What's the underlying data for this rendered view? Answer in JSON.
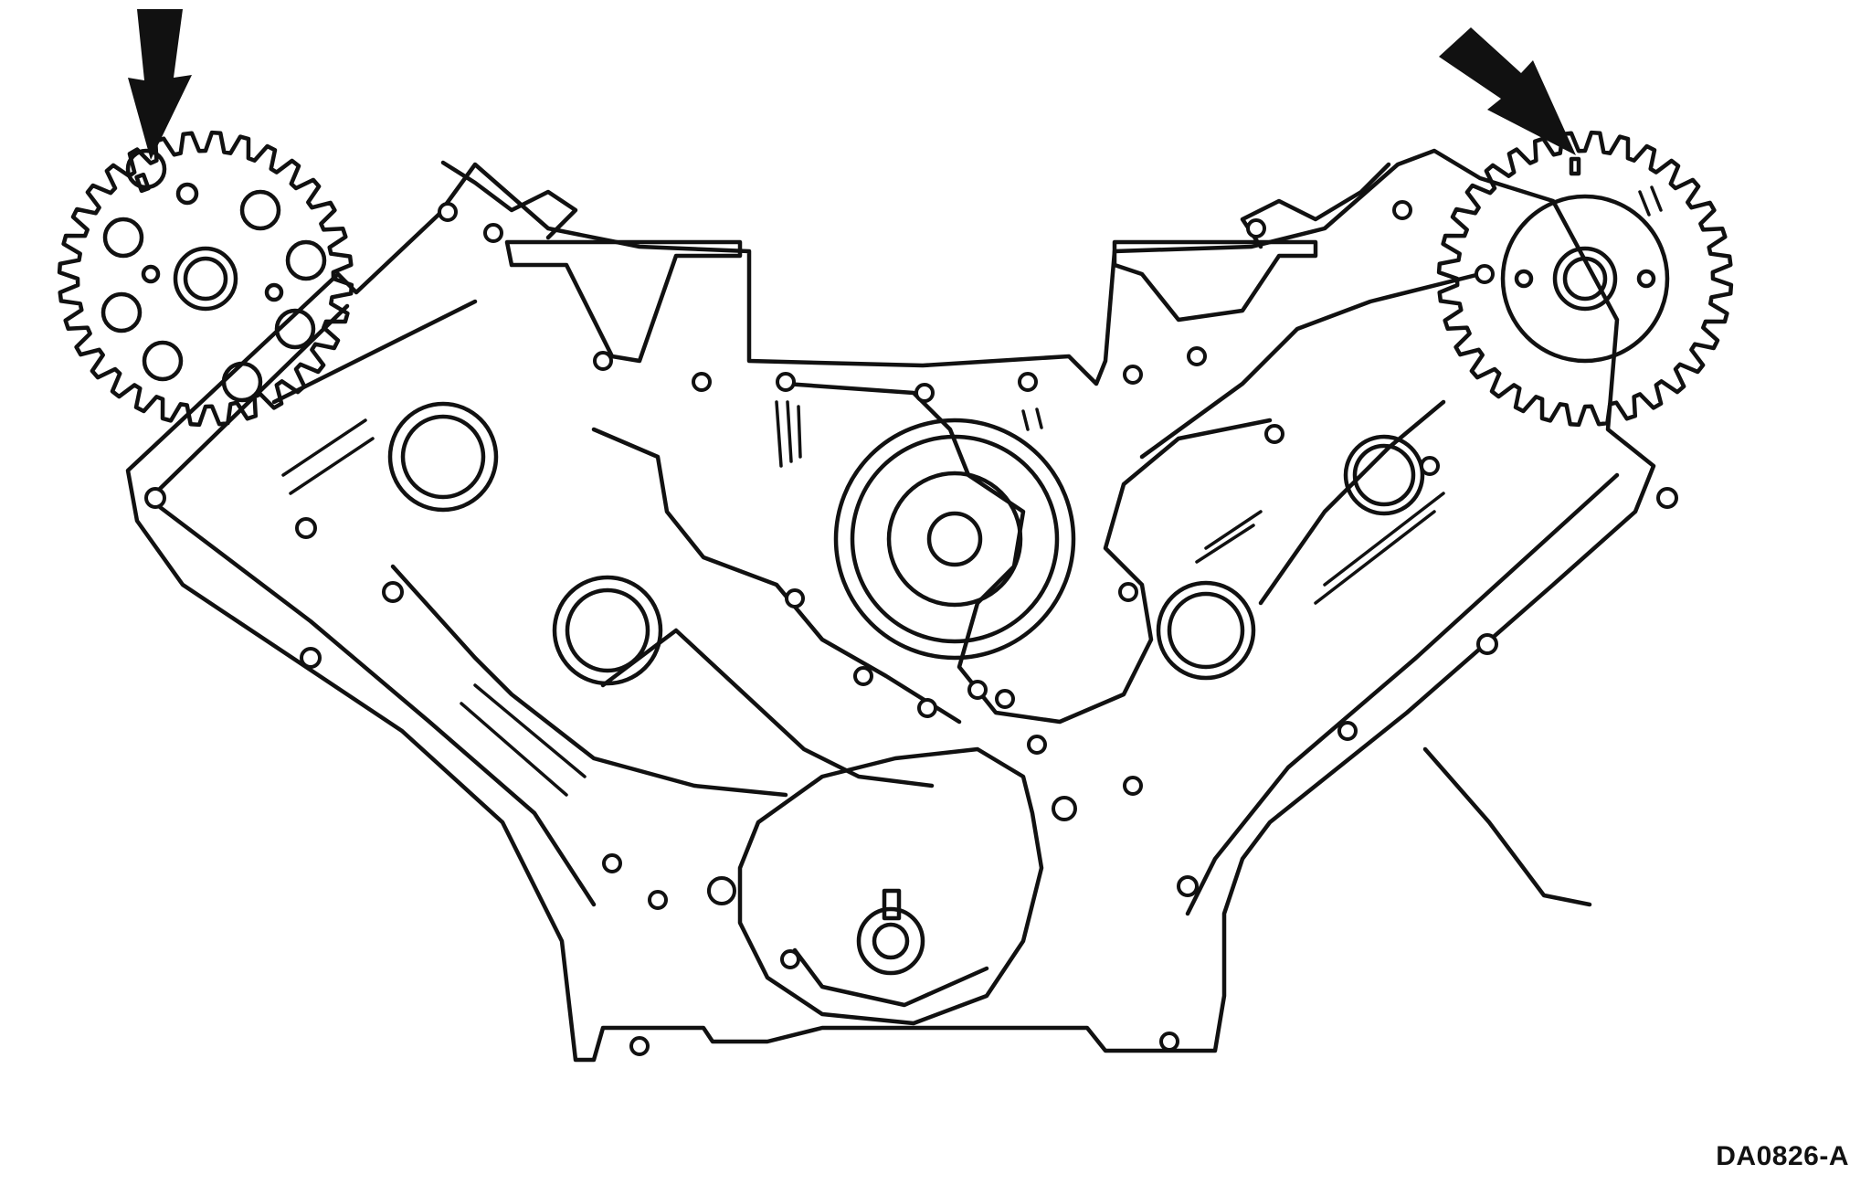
{
  "figure": {
    "code": "DA0826-A",
    "subject": "engine-front-timing-cover-with-camshaft-sprockets",
    "callouts": [
      "left-sprocket-timing-mark-arrow",
      "right-sprocket-timing-mark-arrow"
    ]
  }
}
